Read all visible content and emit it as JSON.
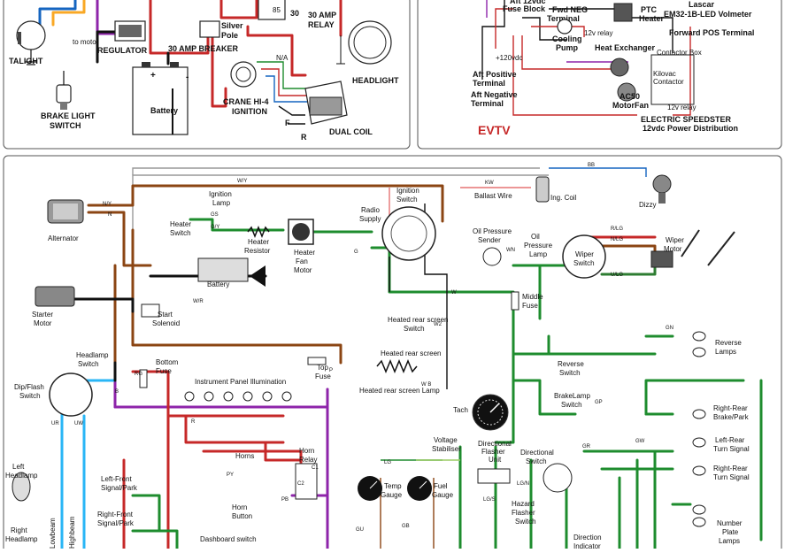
{
  "colors": {
    "brown": "#8B4513",
    "green": "#1e8c2e",
    "red": "#c62828",
    "purple": "#8e24aa",
    "lightblue": "#29b6f6",
    "black": "#111111",
    "gray": "#888888",
    "pink": "#e57373",
    "white": "#ffffff",
    "evtv": "#c62828"
  },
  "top_left": {
    "relay_nums": [
      "85",
      "30"
    ],
    "labels": {
      "to_motor": "to motor",
      "regulator": "REGULATOR",
      "silver_pole": "Silver\nPole",
      "breaker": "30 AMP BREAKER",
      "relay": "30 AMP\nRELAY",
      "taillight": "TALIGHT",
      "brake_switch": "BRAKE LIGHT\nSWITCH",
      "battery": "Battery",
      "ignition": "CRANE HI-4\nIGNITION",
      "headlight": "HEADLIGHT",
      "dual_coil": "DUAL COIL",
      "na": "N/A",
      "f": "F",
      "r": "R",
      "plus": "+",
      "minus": "-"
    }
  },
  "top_right": {
    "labels": {
      "fuse_block": "Aft 12vdc\nFuse Block",
      "fwd_neg": "Fwd NEG\nTerminal",
      "ptc": "PTC\nHeater",
      "lascar": "Lascar\nEM32-1B-LED Volmeter",
      "fwd_pos": "Forward POS Terminal",
      "relay12": "12v relay",
      "cooling_pump": "Cooling\nPump",
      "heat_ex": "Heat Exchanger",
      "contactor_box": "Contactor Box",
      "kilovac": "Kilovac\nContactor",
      "v120": "+120vdc",
      "aft_pos": "Aft Positive\nTerminal",
      "aft_neg": "Aft Negative\nTerminal",
      "ac50": "AC50\nMotorFan",
      "relay12b": "12v relay",
      "speedster": "ELECTRIC SPEEDSTER\n12vdc Power Distribution",
      "evtv": "EVTV"
    }
  },
  "main": {
    "labels": {
      "alternator": "Alternator",
      "starter": "Starter\nMotor",
      "start_solenoid": "Start\nSolenoid",
      "battery": "Battery",
      "heater_switch": "Heater\nSwitch",
      "ignition_lamp": "Ignition\nLamp",
      "heater_resistor": "Heater\nResistor",
      "heater_motor": "Heater\nFan\nMotor",
      "radio": "Radio\nSupply",
      "ignition_switch": "Ignition\nSwitch",
      "ballast": "Ballast Wire",
      "ing_coil": "Ing. Coil",
      "dizzy": "Dizzy",
      "oil_sender": "Oil Pressure\nSender",
      "oil_lamp": "Oil\nPressure\nLamp",
      "wiper_switch": "Wiper\nSwitch",
      "wiper_motor": "Wiper\nMotor",
      "middle_fuse": "Middle\nFuse",
      "headlamp_switch": "Headlamp\nSwitch",
      "dipflash": "Dip/Flash\nSwitch",
      "left_headlamp": "Left\nHeadlamp",
      "right_headlamp": "Right\nHeadlamp",
      "bottom_fuse": "Bottom\nFuse",
      "panel_illum": "Instrument Panel Illumination",
      "horns": "Horns",
      "horn_relay": "Horn\nRelay",
      "horn_button": "Horn\nButton",
      "lf_signal": "Left-Front\nSignal/Park",
      "rf_signal": "Right-Front\nSignal/Park",
      "dash_switch": "Dashboard switch",
      "top_fuse": "Top\nFuse",
      "heated_rear_switch": "Heated rear screen\nSwitch",
      "heated_rear": "Heated rear screen",
      "heated_rear_lamp": "Heated rear screen Lamp",
      "tach": "Tach",
      "voltage_stab": "Voltage\nStabiliser",
      "temp_gauge": "Temp\nGauge",
      "fuel_gauge": "Fuel\nGauge",
      "dir_flasher": "Directional\nFlasher\nUnit",
      "dir_switch": "Directional\nSwitch",
      "hazard": "Hazard\nFlasher\nSwitch",
      "dir_indicator": "Direction\nIndicator",
      "reverse_switch": "Reverse\nSwitch",
      "reverse_lamps": "Reverse\nLamps",
      "brakelamp_switch": "BrakeLamp\nSwitch",
      "rr_brake": "Right-Rear\nBrake/Park",
      "lr_turn": "Left-Rear\nTurn Signal",
      "rr_turn": "Right-Rear\nTurn Signal",
      "number_plate": "Number\nPlate\nLamps",
      "lowbeam": "Lowbeam",
      "highbeam": "Highbeam"
    },
    "codes": {
      "wy": "W/Y",
      "ny": "N/Y",
      "n": "N",
      "gs": "GS",
      "gy": "G/Y",
      "wr": "W/R",
      "wn": "WN",
      "kw": "KW",
      "bb": "BB",
      "rlg": "R/LG",
      "nlg": "N/LG",
      "ulg": "U/LG",
      "g": "G",
      "w": "W",
      "gn": "GN",
      "gp": "GP",
      "gr": "GR",
      "gw": "GW",
      "rg": "RG",
      "r": "R",
      "p": "P",
      "py": "PY",
      "pb": "PB",
      "ur": "UR",
      "uw": "UW",
      "lg": "LG",
      "lgn": "LG/N",
      "lgs": "LG/S",
      "wb": "W B",
      "gb": "GB",
      "gu": "GU",
      "b": "B",
      "c1": "C1",
      "c2": "C2",
      "w2": "W2"
    }
  }
}
